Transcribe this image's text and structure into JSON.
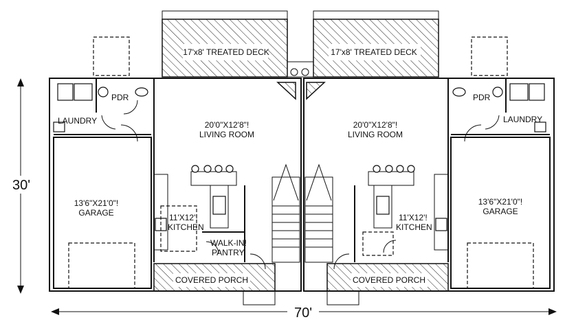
{
  "labels": {
    "deck_left": "17'x8' TREATED DECK",
    "deck_right": "17'x8' TREATED DECK",
    "living_left_dim": "20'0\"X12'8\"!",
    "living_left_name": "LIVING ROOM",
    "living_right_dim": "20'0\"X12'8\"!",
    "living_right_name": "LIVING ROOM",
    "pdr_left": "PDR",
    "pdr_right": "PDR",
    "laundry_left": "LAUNDRY",
    "laundry_right": "LAUNDRY",
    "garage_left_dim": "13'6\"X21'0\"!",
    "garage_left_name": "GARAGE",
    "garage_right_dim": "13'6\"X21'0\"!",
    "garage_right_name": "GARAGE",
    "kitchen_left_dim": "11'X12'!",
    "kitchen_left_name": "KITCHEN",
    "kitchen_right_dim": "11'X12'!",
    "kitchen_right_name": "KITCHEN",
    "pantry_line1": "WALK-IN!",
    "pantry_line2": "PANTRY",
    "porch_left": "COVERED PORCH",
    "porch_right": "COVERED PORCH"
  },
  "dimensions": {
    "height": "30'",
    "width": "70'"
  }
}
